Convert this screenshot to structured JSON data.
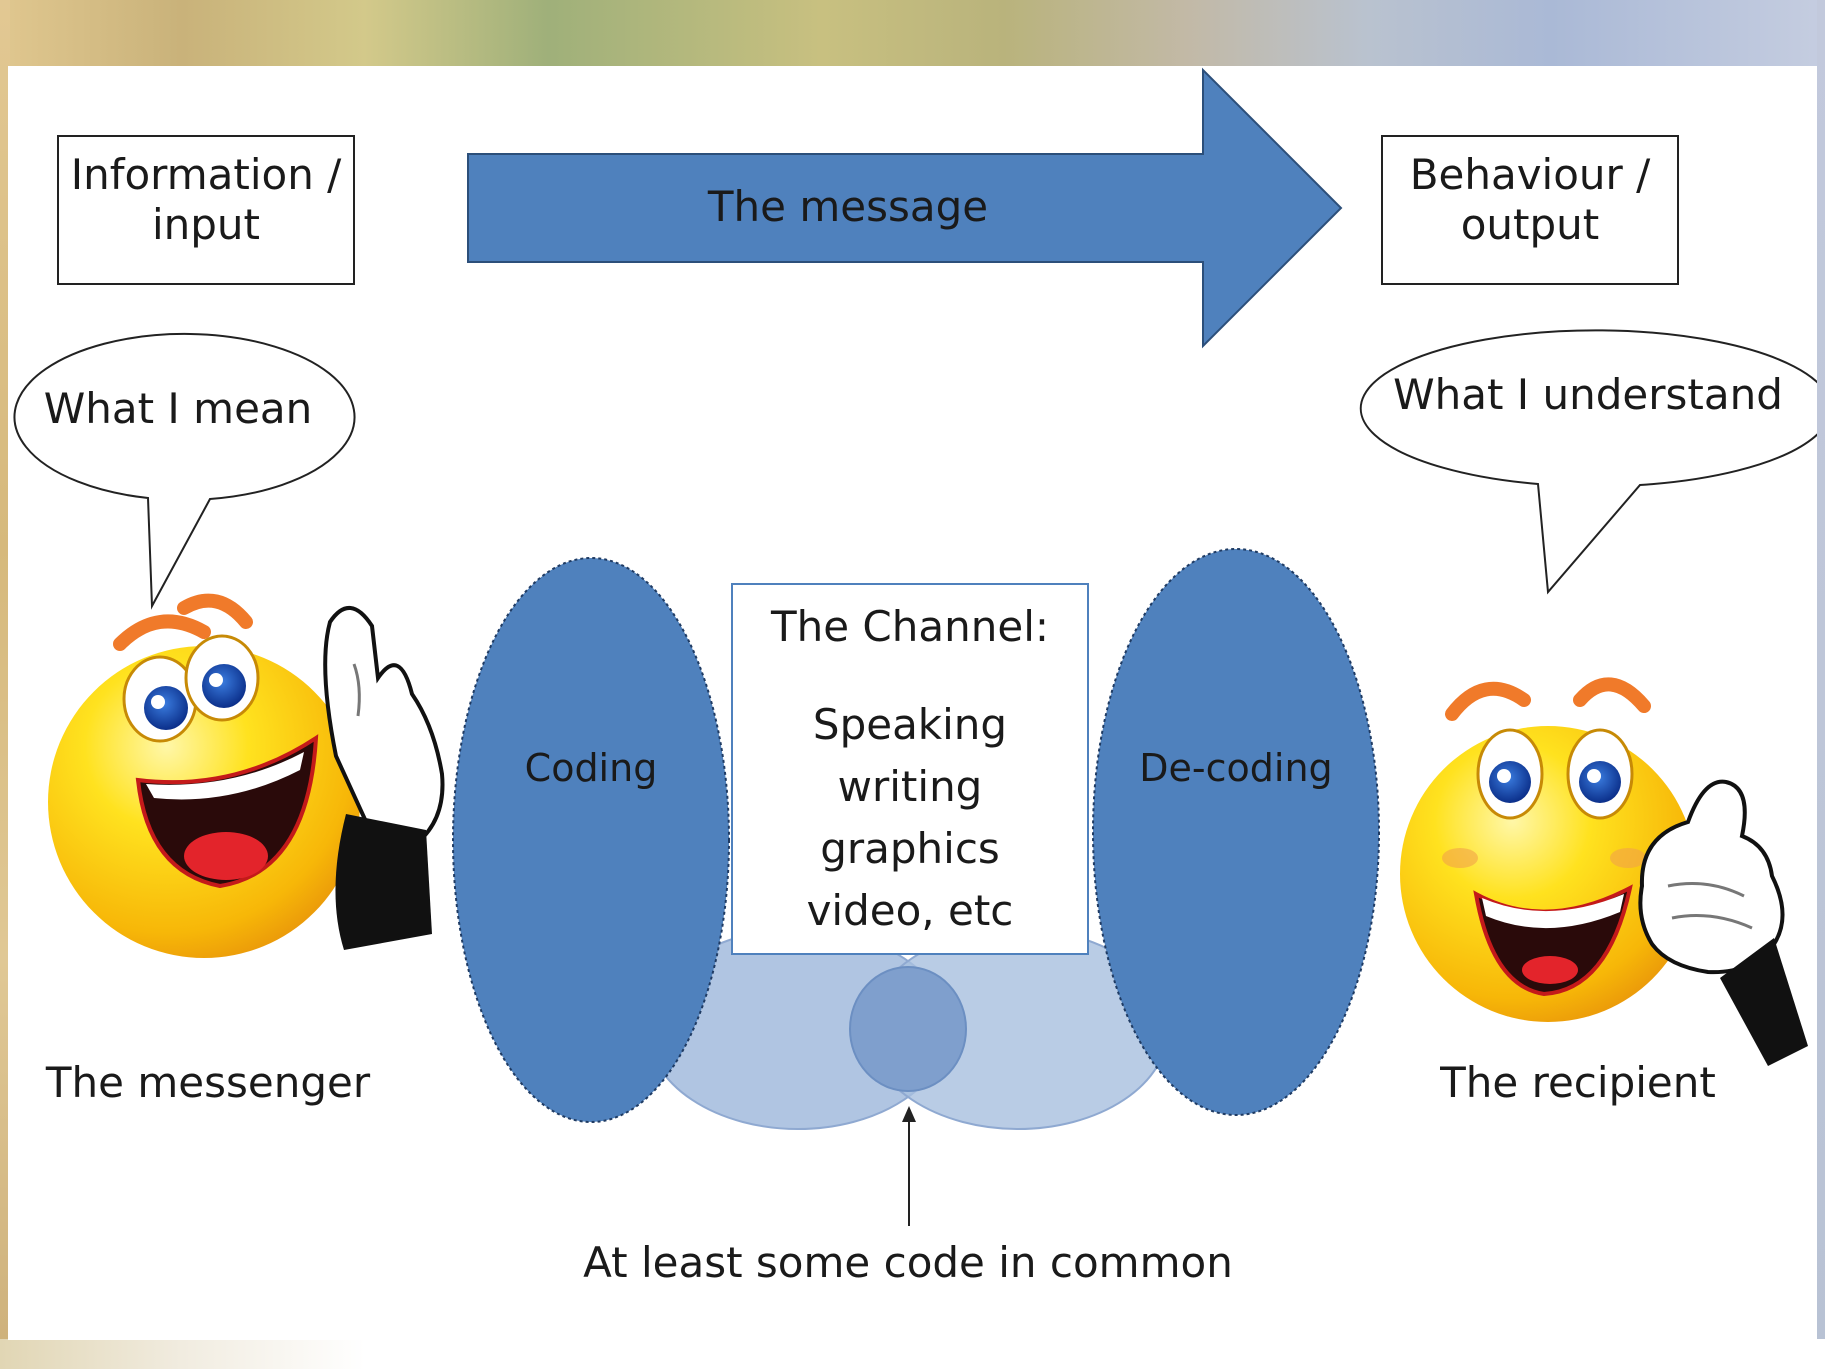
{
  "info_box": {
    "line1": "Information /",
    "line2": "input"
  },
  "behaviour_box": {
    "line1": "Behaviour /",
    "line2": "output"
  },
  "message_arrow": {
    "label": "The message",
    "color": "#4f81bd"
  },
  "speech_left": {
    "text": "What I mean"
  },
  "speech_right": {
    "text": "What I understand"
  },
  "coding_oval": {
    "label": "Coding"
  },
  "decoding_oval": {
    "label": "De-coding"
  },
  "channel_box": {
    "title": "The Channel:",
    "items": [
      "Speaking",
      "writing",
      "graphics",
      "video, etc"
    ]
  },
  "messenger_caption": "The messenger",
  "recipient_caption": "The recipient",
  "common_code_caption": "At least some code in common",
  "colors": {
    "oval_blue": "#4f81bd",
    "venn_light": "#a7bfdf",
    "smiley_yellow": "#ffd21a",
    "brow_orange": "#f07a2a"
  },
  "icons": {
    "messenger": "laughing-smiley-with-cupped-hand",
    "recipient": "smiling-smiley-with-thumbs-up"
  }
}
